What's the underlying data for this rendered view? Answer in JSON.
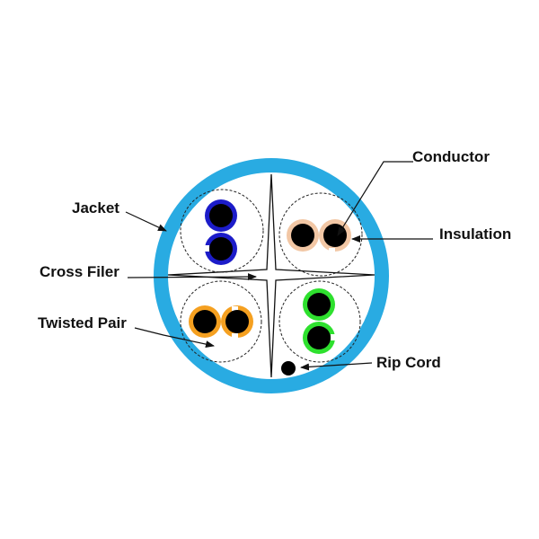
{
  "labels": {
    "jacket": "Jacket",
    "cross_filler": "Cross Filer",
    "twisted_pair": "Twisted Pair",
    "conductor": "Conductor",
    "insulation": "Insulation",
    "rip_cord": "Rip Cord"
  },
  "colors": {
    "jacket": "#29abe2",
    "pair_blue": "#1c1cc9",
    "pair_orange": "#f5a020",
    "pair_brown": "#f2c7a5",
    "pair_green": "#2ee02e",
    "conductor": "#000000"
  },
  "icons": {
    "pair_boundary": "dashed-circle",
    "cross_filler": "four-point-star",
    "rip_cord": "filled-dot"
  }
}
